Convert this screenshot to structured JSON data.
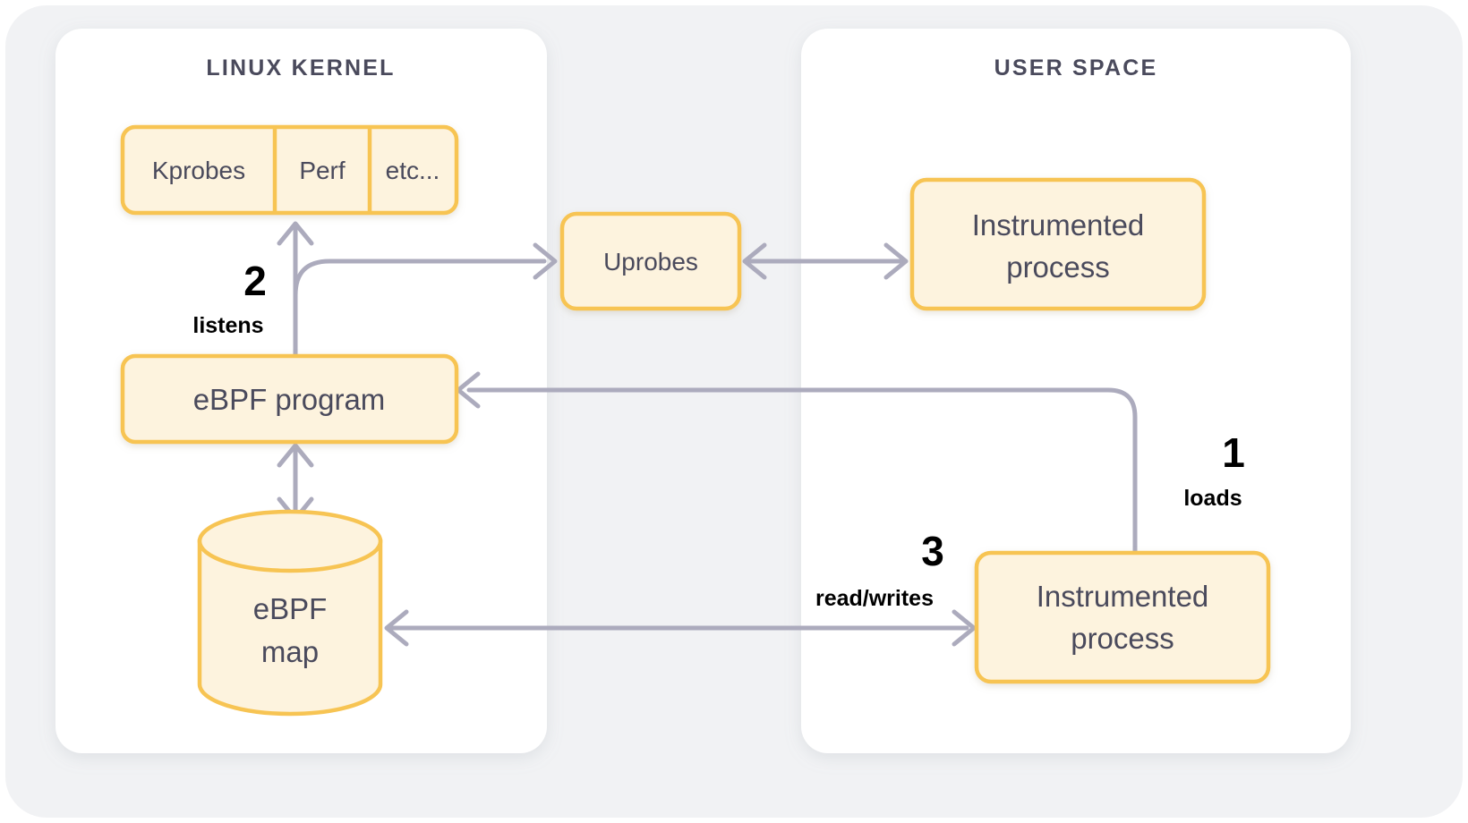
{
  "diagram": {
    "title_hidden": "",
    "panels": [
      {
        "id": "kernel",
        "title": "LINUX KERNEL"
      },
      {
        "id": "userspace",
        "title": "USER SPACE"
      }
    ],
    "kernel": {
      "probe_cells": [
        {
          "label": "Kprobes"
        },
        {
          "label": "Perf"
        },
        {
          "label": "etc..."
        }
      ],
      "program": {
        "label": "eBPF program"
      },
      "map": {
        "line1": "eBPF",
        "line2": "map"
      }
    },
    "middle": {
      "uprobes": {
        "label": "Uprobes"
      }
    },
    "userspace": {
      "process_top": {
        "line1": "Instrumented",
        "line2": "process"
      },
      "process_bottom": {
        "line1": "Instrumented",
        "line2": "process"
      }
    },
    "steps": [
      {
        "id": "loads",
        "number": "1",
        "word": "loads"
      },
      {
        "id": "listens",
        "number": "2",
        "word": "listens"
      },
      {
        "id": "readwrites",
        "number": "3",
        "word": "read/writes"
      }
    ],
    "colors": {
      "page_background": "#ffffff",
      "canvas_background": "#f1f2f4",
      "panel_background": "#ffffff",
      "box_fill": "#fdf3de",
      "box_stroke": "#f7c453",
      "connector": "#acabbd",
      "title_text": "#4a4a5c",
      "step_text": "#000000"
    }
  }
}
